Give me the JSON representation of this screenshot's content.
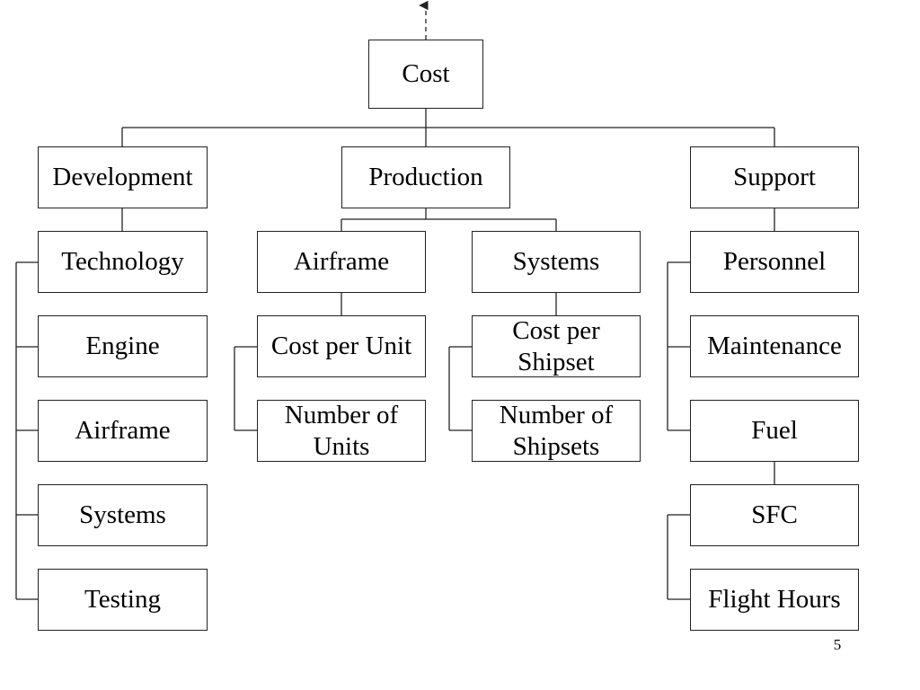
{
  "root": {
    "label": "Cost"
  },
  "branches": {
    "development": {
      "label": "Development",
      "items": [
        "Technology",
        "Engine",
        "Airframe",
        "Systems",
        "Testing"
      ]
    },
    "production": {
      "label": "Production",
      "airframe": {
        "label": "Airframe",
        "items": [
          "Cost per Unit",
          "Number of Units"
        ]
      },
      "systems": {
        "label": "Systems",
        "items": [
          "Cost per Shipset",
          "Number of Shipsets"
        ]
      }
    },
    "support": {
      "label": "Support",
      "items": [
        "Personnel",
        "Maintenance",
        "Fuel"
      ],
      "fuel_children": [
        "SFC",
        "Flight Hours"
      ]
    }
  },
  "page_number": "5",
  "line_color": "#222222"
}
